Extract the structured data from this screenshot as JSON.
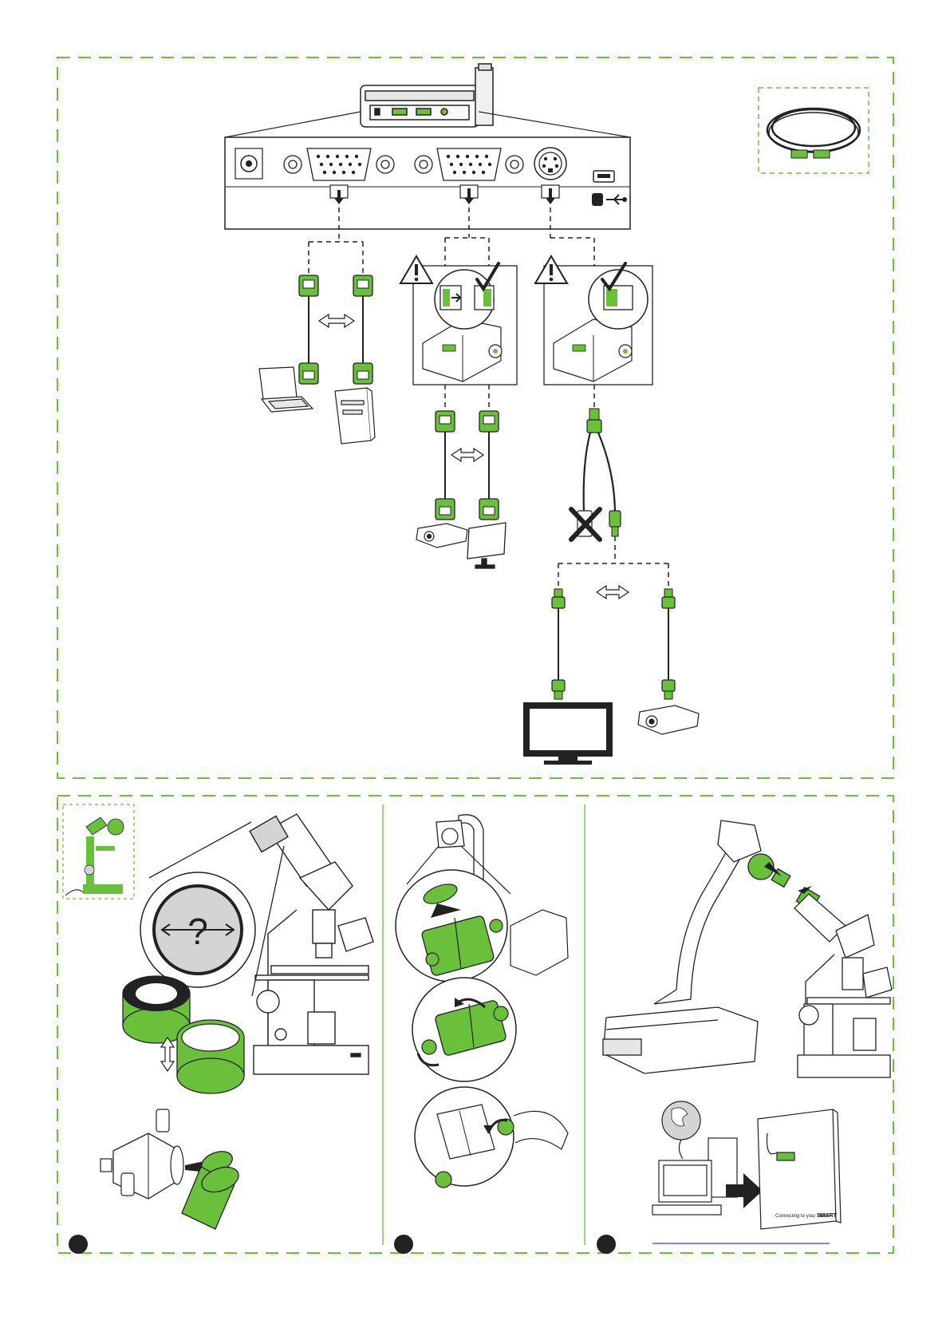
{
  "colors": {
    "accent": "#6abf3b",
    "dash": "#6abf3b",
    "ink": "#222222",
    "lens_grey": "#d4d4d4",
    "link_blue": "#2b4c8c"
  },
  "connector_panel": {
    "ports": [
      "power-port",
      "vga-in-port",
      "vga-out-port",
      "s-video-port",
      "usb-port"
    ],
    "icons": [
      "vga-in-arrow-icon",
      "vga-out-arrow-icon",
      "s-video-out-arrow-icon",
      "usb-icon"
    ]
  },
  "sections": {
    "vga_in": {
      "devices": [
        "laptop-icon",
        "desktop-computer-icon"
      ],
      "swap_icon": "double-arrow-icon"
    },
    "vga_out": {
      "warning_icon": "warning-icon",
      "switch_state": "check-icon",
      "devices": [
        "projector-icon",
        "monitor-icon"
      ],
      "swap_icon": "double-arrow-icon"
    },
    "s_video_out": {
      "warning_icon": "warning-icon",
      "switch_state": "check-icon",
      "not_used": "x-icon",
      "devices": [
        "television-icon",
        "projector-icon"
      ],
      "swap_icon": "double-arrow-icon"
    }
  },
  "microscope_steps": {
    "step1": {
      "label": "?"
    },
    "numbers": [
      "",
      "",
      ""
    ]
  },
  "manual": {
    "cover_text": "Connecting to your SMART",
    "brand": "SMART"
  }
}
